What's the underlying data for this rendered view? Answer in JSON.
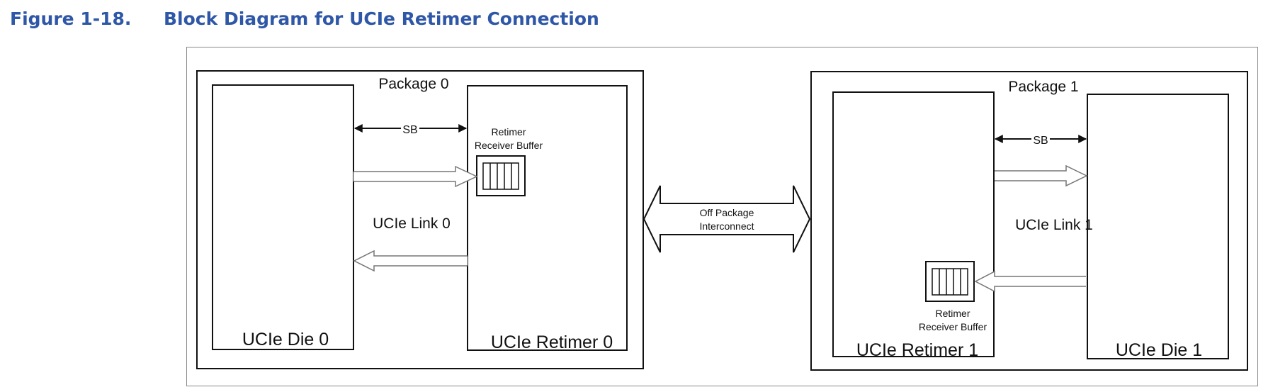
{
  "figure": {
    "number": "Figure 1-18.",
    "title": "Block Diagram for UCIe Retimer Connection"
  },
  "package_left": {
    "label": "Package 0",
    "die_label": "UCIe Die 0",
    "retimer_label": "UCIe Retimer 0",
    "sideband_label": "SB",
    "link_label": "UCIe Link 0",
    "buffer_label_line1": "Retimer",
    "buffer_label_line2": "Receiver Buffer"
  },
  "interconnect": {
    "label_line1": "Off Package",
    "label_line2": "Interconnect"
  },
  "package_right": {
    "label": "Package 1",
    "retimer_label": "UCIe Retimer 1",
    "die_label": "UCIe Die 1",
    "sideband_label": "SB",
    "link_label": "UCIe Link 1",
    "buffer_label_line1": "Retimer",
    "buffer_label_line2": "Receiver Buffer"
  },
  "colors": {
    "caption": "#2e57a7",
    "stroke": "#111111",
    "outer_frame": "#888888"
  }
}
